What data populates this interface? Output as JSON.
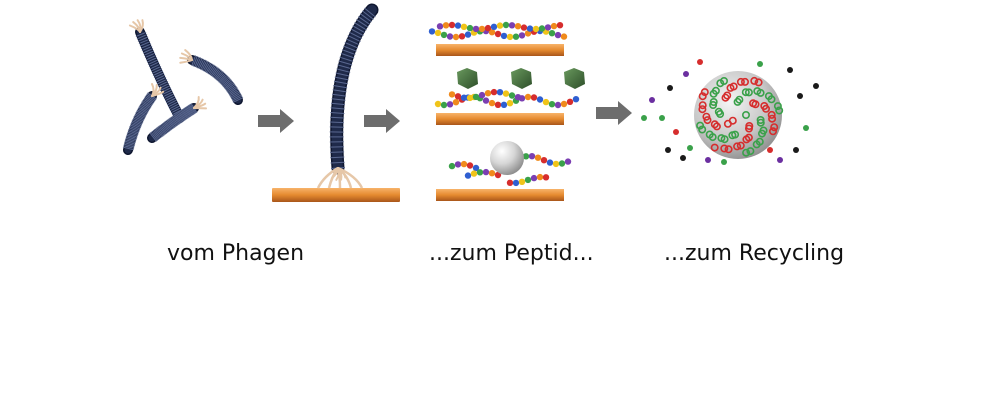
{
  "captions": {
    "phage": "vom Phagen",
    "peptide": "...zum Peptid...",
    "recycling": "...zum Recycling"
  },
  "colors": {
    "phage_body": "#1f2a4a",
    "tail_fibers": "#e6c7a8",
    "surface": "#e58a2f",
    "surface_dark": "#a9561a",
    "arrow": "#6d6d6d",
    "bead_palette": [
      "#d62d2d",
      "#2f5fd1",
      "#f0c419",
      "#3aa14a",
      "#7b3fb2",
      "#f08a1c"
    ],
    "hexagon": "#3f6b3a",
    "sphere": "#d4d4d4"
  },
  "icons": [
    "phage-icon",
    "arrow-right-icon",
    "peptide-chain-icon",
    "nanoparticle-icon"
  ]
}
